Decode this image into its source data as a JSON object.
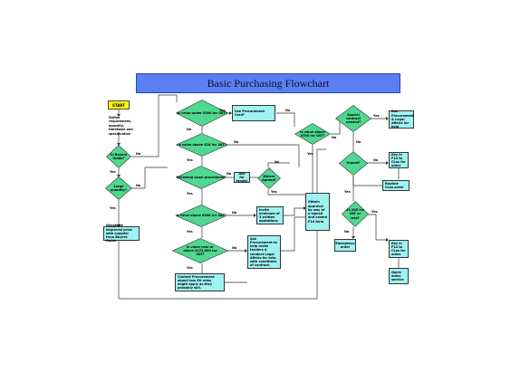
{
  "title": "Basic Purchasing Flowchart",
  "start": "START",
  "boxes": {
    "define": "Define requirement, quantity, timetable and specification",
    "negotiate": "Negotiate improved price with supplier from Buyers' Guide",
    "use_proc_card": "Use Procurement Card?",
    "ask_tender": "Ask for tender",
    "invite_min": "Invite minimum of 3 written quotations",
    "ask_proc_help": "Ask Procurement to help invite tenders & conduct Legal Affairs for help with conditions of contract.",
    "contact_proc": "Contact Procurement about how EU rules might apply as they probably will.",
    "obtain_approval": "Obtain approval by way of a signed and costed F14 form",
    "ask_legal": "Ask Procurement & Legal Affairs for help",
    "key_f14_urgent": "Key in F14 to CLos for order",
    "routine_order": "Routine CLos order",
    "emergency_order": "Emergency order",
    "key_f14": "Key in F14 to CLos for order",
    "quick_order": "Quick order service"
  },
  "diamonds": {
    "buyers_guide": "In Buyers Guide?",
    "large_qty": "Large quantity?",
    "value_1000": "Is value under £500 inc VAT?",
    "above_1k": "Is value above £1K inc VAT?",
    "follow_procs": "Following usual procedures?",
    "waiver": "Waiver Agreed?",
    "above_50k": "Is value above £50K inc VAT?",
    "eu_value": "Is value near or above £172,000 inc VAT?",
    "above_500": "Is value above £500 inc VAT?",
    "special_contract": "Special contract needed?",
    "urgent": "Urgent?",
    "under_1000": "£1,000 inc VAT or less?"
  },
  "labels": {
    "yes": "Yes",
    "no": "No"
  },
  "colors": {
    "box_fill": "#9ff2f2",
    "diamond_fill": "#4fd88f",
    "title_fill": "#5b7ff0",
    "start_fill": "#ffff00",
    "line": "#333333"
  }
}
